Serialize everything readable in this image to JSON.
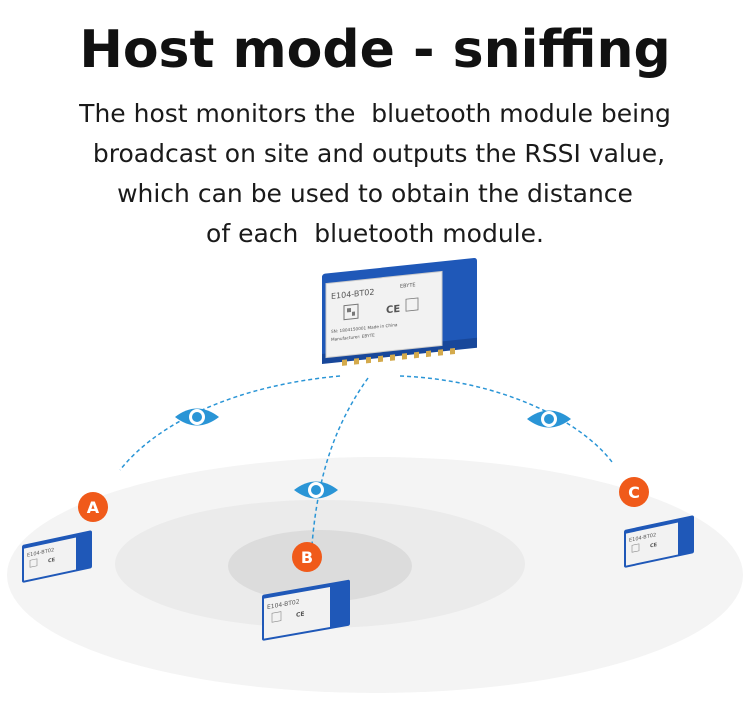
{
  "title": "Host mode - sniffing",
  "description": [
    "The host monitors the  bluetooth module being",
    " broadcast on site and outputs the RSSI value,",
    "which can be used to obtain the distance",
    "of each  bluetooth module."
  ],
  "host_module": {
    "model": "E104-BT02",
    "brand": "EBYTE",
    "sn_line": "SN: 1804150001   Made in China",
    "manufacturer_line": "Manufacturer: EBYTE"
  },
  "nodes": [
    {
      "label": "A"
    },
    {
      "label": "B"
    },
    {
      "label": "C"
    }
  ],
  "node_module_model": "E104-BT02",
  "colors": {
    "badge": "#f05a1a",
    "eye": "#2a95d6",
    "pcb": "#1f58b8",
    "link": "#2a95d6"
  },
  "icons": [
    "eye-icon",
    "ce-mark-icon",
    "qr-code-icon"
  ]
}
